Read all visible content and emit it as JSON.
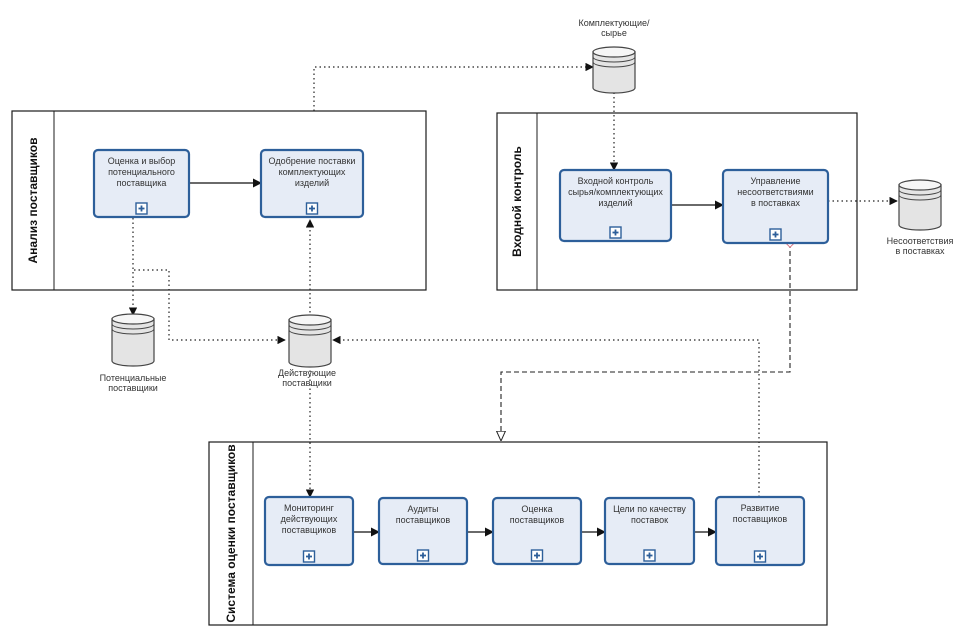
{
  "pools": [
    {
      "id": "analysis",
      "title": "Анализ поставщиков"
    },
    {
      "id": "incoming",
      "title": "Входной контроль"
    },
    {
      "id": "evaluation",
      "title": "Система оценки поставщиков"
    }
  ],
  "tasks": [
    {
      "id": "t1",
      "lines": [
        "Оценка и выбор",
        "потенциального",
        "поставщика"
      ]
    },
    {
      "id": "t2",
      "lines": [
        "Одобрение поставки",
        "комплектующих",
        "изделий"
      ]
    },
    {
      "id": "t3",
      "lines": [
        "Входной контроль",
        "сырья/комплектующих",
        "изделий"
      ]
    },
    {
      "id": "t4",
      "lines": [
        "Управление",
        "несоответствиями",
        "в поставках"
      ]
    },
    {
      "id": "t5",
      "lines": [
        "Мониторинг",
        "действующих",
        "поставщиков"
      ]
    },
    {
      "id": "t6",
      "lines": [
        "Аудиты",
        "поставщиков"
      ]
    },
    {
      "id": "t7",
      "lines": [
        "Оценка",
        "поставщиков"
      ]
    },
    {
      "id": "t8",
      "lines": [
        "Цели по качеству",
        "поставок"
      ]
    },
    {
      "id": "t9",
      "lines": [
        "Развитие",
        "поставщиков"
      ]
    }
  ],
  "datastores": [
    {
      "id": "d1",
      "lines": [
        "Комплектующие/",
        "сырье"
      ]
    },
    {
      "id": "d2",
      "lines": [
        "Несоответствия",
        "в поставках"
      ]
    },
    {
      "id": "d3",
      "lines": [
        "Потенциальные",
        "поставщики"
      ]
    },
    {
      "id": "d4",
      "lines": [
        "Действующие",
        "поставщики"
      ]
    }
  ]
}
